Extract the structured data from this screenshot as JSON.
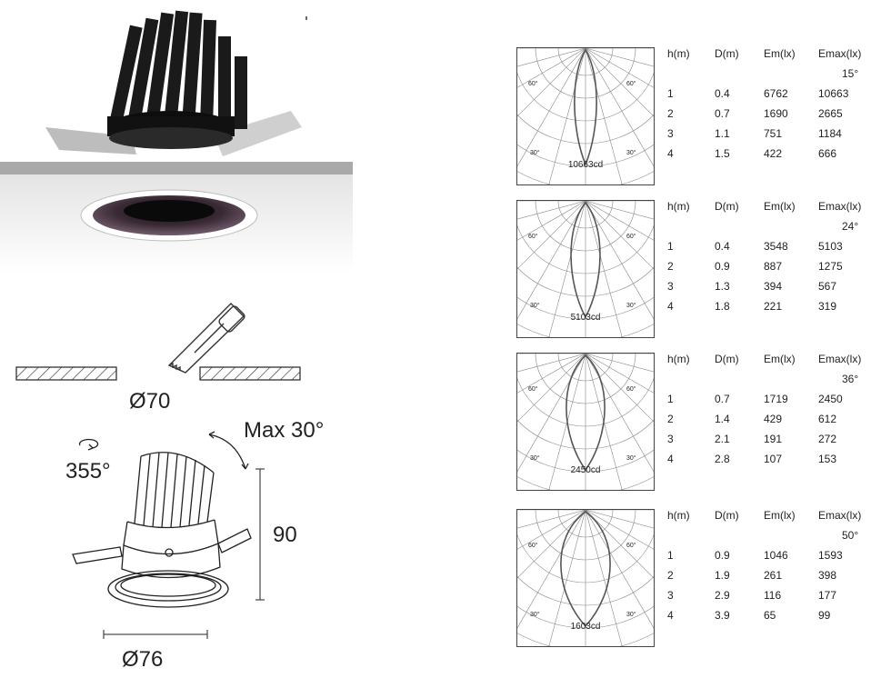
{
  "dimensions": {
    "cutout": "Ø70",
    "rotation": "355°",
    "tilt": "Max 30°",
    "height": "90",
    "diameter": "Ø76"
  },
  "photometry": {
    "headers": [
      "h(m)",
      "D(m)",
      "Em(lx)",
      "Emax(lx)"
    ],
    "beams": [
      {
        "angle": "15°",
        "peak": "10663cd",
        "spread": 0.15,
        "rows": [
          [
            "1",
            "0.4",
            "6762",
            "10663"
          ],
          [
            "2",
            "0.7",
            "1690",
            "2665"
          ],
          [
            "3",
            "1.1",
            "751",
            "1184"
          ],
          [
            "4",
            "1.5",
            "422",
            "666"
          ]
        ]
      },
      {
        "angle": "24°",
        "peak": "5103cd",
        "spread": 0.24,
        "rows": [
          [
            "1",
            "0.4",
            "3548",
            "5103"
          ],
          [
            "2",
            "0.9",
            "887",
            "1275"
          ],
          [
            "3",
            "1.3",
            "394",
            "567"
          ],
          [
            "4",
            "1.8",
            "221",
            "319"
          ]
        ]
      },
      {
        "angle": "36°",
        "peak": "2450cd",
        "spread": 0.36,
        "rows": [
          [
            "1",
            "0.7",
            "1719",
            "2450"
          ],
          [
            "2",
            "1.4",
            "429",
            "612"
          ],
          [
            "3",
            "2.1",
            "191",
            "272"
          ],
          [
            "4",
            "2.8",
            "107",
            "153"
          ]
        ]
      },
      {
        "angle": "50°",
        "peak": "1603cd",
        "spread": 0.5,
        "rows": [
          [
            "1",
            "0.9",
            "1046",
            "1593"
          ],
          [
            "2",
            "1.9",
            "261",
            "398"
          ],
          [
            "3",
            "2.9",
            "116",
            "177"
          ],
          [
            "4",
            "3.9",
            "65",
            "99"
          ]
        ]
      }
    ],
    "axis_labels": {
      "upper": "60°",
      "lower": "30°"
    }
  }
}
